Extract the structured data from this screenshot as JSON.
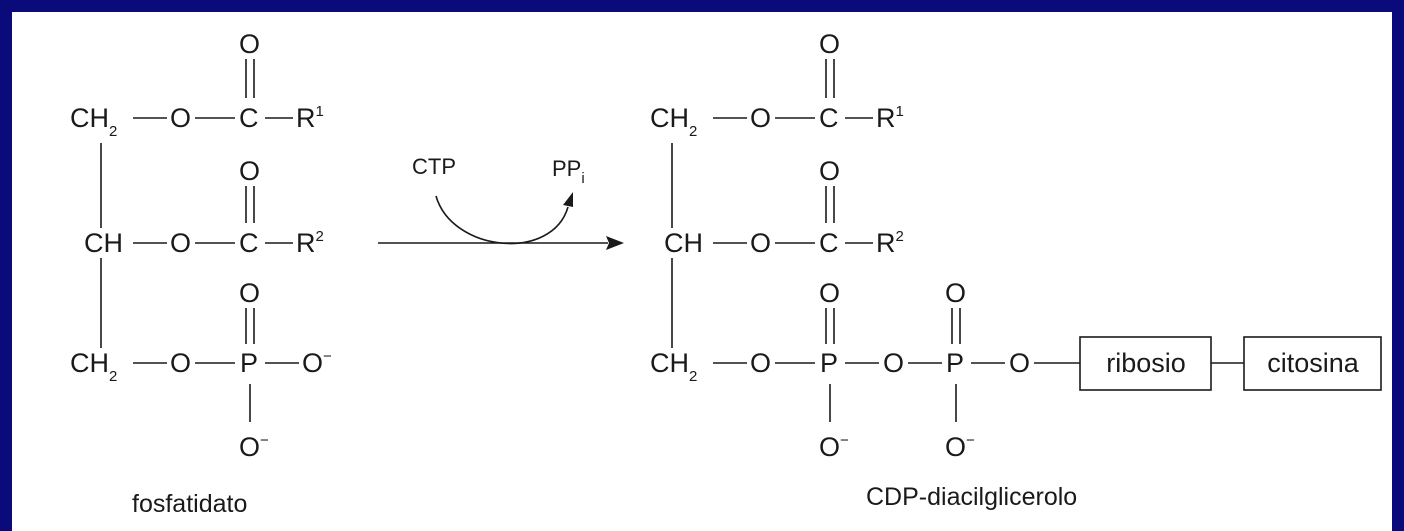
{
  "diagram": {
    "reactant": {
      "caption": "fosfatidato",
      "rows": [
        {
          "carbon": "CH",
          "carbon_sub": "2",
          "o": "O",
          "center": "C",
          "dbl_o": "O",
          "sub_group": "R",
          "sub_sup": "1"
        },
        {
          "carbon": "CH",
          "o": "O",
          "center": "C",
          "dbl_o": "O",
          "sub_group": "R",
          "sub_sup": "2"
        },
        {
          "carbon": "CH",
          "carbon_sub": "2",
          "o": "O",
          "center": "P",
          "dbl_o": "O",
          "sub_group": "O",
          "sub_sup": "−",
          "low_o": "O",
          "low_sup": "−"
        }
      ]
    },
    "arrow": {
      "cosubstrate": "CTP",
      "byproduct": "PP",
      "byproduct_sub": "i"
    },
    "product": {
      "caption": "CDP-diacilglicerolo",
      "rows": [
        {
          "carbon": "CH",
          "carbon_sub": "2",
          "o": "O",
          "center": "C",
          "dbl_o": "O",
          "sub_group": "R",
          "sub_sup": "1"
        },
        {
          "carbon": "CH",
          "o": "O",
          "center": "C",
          "dbl_o": "O",
          "sub_group": "R",
          "sub_sup": "2"
        },
        {
          "carbon": "CH",
          "carbon_sub": "2",
          "o1": "O",
          "p1": "P",
          "p1_dbl_o": "O",
          "p1_low_o": "O",
          "p1_low_sup": "−",
          "o2": "O",
          "p2": "P",
          "p2_dbl_o": "O",
          "p2_low_o": "O",
          "p2_low_sup": "−",
          "o3": "O"
        }
      ],
      "boxes": [
        "ribosio",
        "citosina"
      ]
    }
  }
}
